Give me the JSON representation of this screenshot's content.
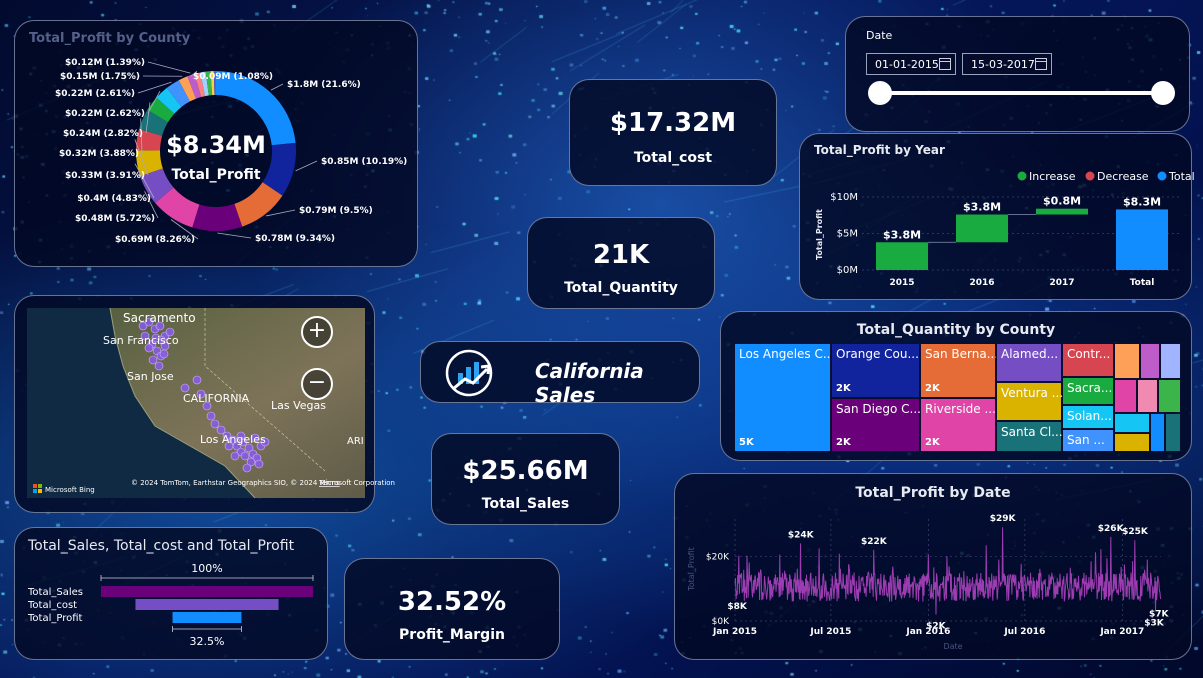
{
  "colors": {
    "accent": "#118DFF",
    "increase": "#1AAB40",
    "decrease": "#D64550",
    "total": "#118DFF",
    "profit_line": "#9B3DB0"
  },
  "profit_county": {
    "title": "Total_Profit by County",
    "center_value": "$8.34M",
    "center_label": "Total_Profit",
    "slices": [
      {
        "label": "$1.8M (21.6%)",
        "pct": 21.6,
        "color": "#118DFF"
      },
      {
        "label": "$0.85M (10.19%)",
        "pct": 10.19,
        "color": "#12239E"
      },
      {
        "label": "$0.79M (9.5%)",
        "pct": 9.5,
        "color": "#E66C37"
      },
      {
        "label": "$0.78M (9.34%)",
        "pct": 9.34,
        "color": "#6B007B"
      },
      {
        "label": "$0.69M (8.26%)",
        "pct": 8.26,
        "color": "#E044A7"
      },
      {
        "label": "$0.48M (5.72%)",
        "pct": 5.72,
        "color": "#744EC2"
      },
      {
        "label": "$0.4M (4.83%)",
        "pct": 4.83,
        "color": "#D9B300"
      },
      {
        "label": "$0.33M (3.91%)",
        "pct": 3.91,
        "color": "#D64550"
      },
      {
        "label": "$0.32M (3.88%)",
        "pct": 3.88,
        "color": "#197278"
      },
      {
        "label": "$0.24M (2.82%)",
        "pct": 2.82,
        "color": "#1AAB40"
      },
      {
        "label": "$0.22M (2.62%)",
        "pct": 2.62,
        "color": "#15C6F4"
      },
      {
        "label": "$0.22M (2.61%)",
        "pct": 2.61,
        "color": "#4092FF"
      },
      {
        "label": "$0.15M (1.75%)",
        "pct": 1.75,
        "color": "#FFA058"
      },
      {
        "label": "$0.12M (1.39%)",
        "pct": 1.39,
        "color": "#BE5DC9"
      },
      {
        "label": "$0.09M (1.08%)",
        "pct": 1.08,
        "color": "#FF8080"
      },
      {
        "label": "",
        "pct": 1.0,
        "color": "#A0D1FF"
      },
      {
        "label": "",
        "pct": 0.9,
        "color": "#3BB44A"
      },
      {
        "label": "",
        "pct": 0.6,
        "color": "#F5D33F"
      },
      {
        "label": "",
        "pct": 0.4,
        "color": "#5C5CD6"
      }
    ]
  },
  "kpis": {
    "total_cost": {
      "value": "$17.32M",
      "label": "Total_cost"
    },
    "total_quantity": {
      "value": "21K",
      "label": "Total_Quantity"
    },
    "total_sales": {
      "value": "$25.66M",
      "label": "Total_Sales"
    },
    "profit_margin": {
      "value": "32.52%",
      "label": "Profit_Margin"
    }
  },
  "date_slicer": {
    "label": "Date",
    "start": "01-01-2015",
    "end": "15-03-2017"
  },
  "map": {
    "labels": {
      "sacramento": "Sacramento",
      "san_francisco": "San Francisco",
      "san_jose": "San Jose",
      "california": "CALIFORNIA",
      "las_vegas": "Las Vegas",
      "los_angeles": "Los Angeles",
      "ari": "ARI"
    },
    "zoom_in": "+",
    "zoom_out": "−",
    "brand": "Microsoft Bing",
    "copyright": "© 2024 TomTom, Earthstar Geographics SIO, © 2024 Microsoft Corporation",
    "terms": "Terms"
  },
  "brand_title": "California Sales",
  "funnel": {
    "title": "Total_Sales, Total_cost and Total_Profit",
    "top_pct": "100%",
    "bottom_pct": "32.5%",
    "rows": [
      {
        "label": "Total_Sales",
        "value": 25.66,
        "color": "#6B007B"
      },
      {
        "label": "Total_cost",
        "value": 17.32,
        "color": "#744EC2"
      },
      {
        "label": "Total_Profit",
        "value": 8.34,
        "color": "#118DFF"
      }
    ]
  },
  "chart_data": [
    {
      "type": "bar",
      "subtype": "waterfall",
      "title": "Total_Profit by Year",
      "ylabel": "Total_Profit",
      "categories": [
        "2015",
        "2016",
        "2017",
        "Total"
      ],
      "values": [
        3.8,
        3.8,
        0.8,
        8.3
      ],
      "value_labels": [
        "$3.8M",
        "$3.8M",
        "$0.8M",
        "$8.3M"
      ],
      "kinds": [
        "increase",
        "increase",
        "increase",
        "total"
      ],
      "legend": [
        "Increase",
        "Decrease",
        "Total"
      ],
      "legend_position": "top-right",
      "y_ticks": [
        "$0M",
        "$5M",
        "$10M"
      ],
      "ylim": [
        0,
        10
      ]
    },
    {
      "type": "treemap",
      "title": "Total_Quantity by County",
      "cells": [
        {
          "label": "Los Angeles C...",
          "value": "5K",
          "color": "#118DFF"
        },
        {
          "label": "Orange Cou...",
          "value": "2K",
          "color": "#12239E"
        },
        {
          "label": "San Diego C...",
          "value": "2K",
          "color": "#6B007B"
        },
        {
          "label": "San Berna...",
          "value": "2K",
          "color": "#E66C37"
        },
        {
          "label": "Riverside ...",
          "value": "2K",
          "color": "#E044A7"
        },
        {
          "label": "Alamed...",
          "value": "",
          "color": "#744EC2"
        },
        {
          "label": "Ventura ...",
          "value": "",
          "color": "#D9B300"
        },
        {
          "label": "Santa Cl...",
          "value": "",
          "color": "#197278"
        },
        {
          "label": "Contr...",
          "value": "",
          "color": "#D64550"
        },
        {
          "label": "Sacra...",
          "value": "",
          "color": "#1AAB40"
        },
        {
          "label": "Solan...",
          "value": "",
          "color": "#15C6F4"
        },
        {
          "label": "San ...",
          "value": "",
          "color": "#4092FF"
        }
      ]
    },
    {
      "type": "line",
      "title": "Total_Profit by Date",
      "xlabel": "Date",
      "ylabel": "Total_Profit",
      "x_ticks": [
        "Jan 2015",
        "Jul 2015",
        "Jan 2016",
        "Jul 2016",
        "Jan 2017"
      ],
      "y_ticks": [
        "$0K",
        "$20K"
      ],
      "ylim": [
        0,
        30
      ],
      "annotations": [
        {
          "label": "$8K",
          "x": "2015-01-05",
          "y": 8
        },
        {
          "label": "$24K",
          "x": "2015-05-05",
          "y": 24
        },
        {
          "label": "$22K",
          "x": "2015-09-20",
          "y": 22
        },
        {
          "label": "$2K",
          "x": "2016-01-15",
          "y": 2
        },
        {
          "label": "$29K",
          "x": "2016-05-20",
          "y": 29
        },
        {
          "label": "$26K",
          "x": "2016-12-10",
          "y": 26
        },
        {
          "label": "$25K",
          "x": "2017-01-25",
          "y": 25
        },
        {
          "label": "$3K",
          "x": "2017-03-05",
          "y": 3
        },
        {
          "label": "$7K",
          "x": "2017-03-14",
          "y": 7
        }
      ]
    }
  ]
}
